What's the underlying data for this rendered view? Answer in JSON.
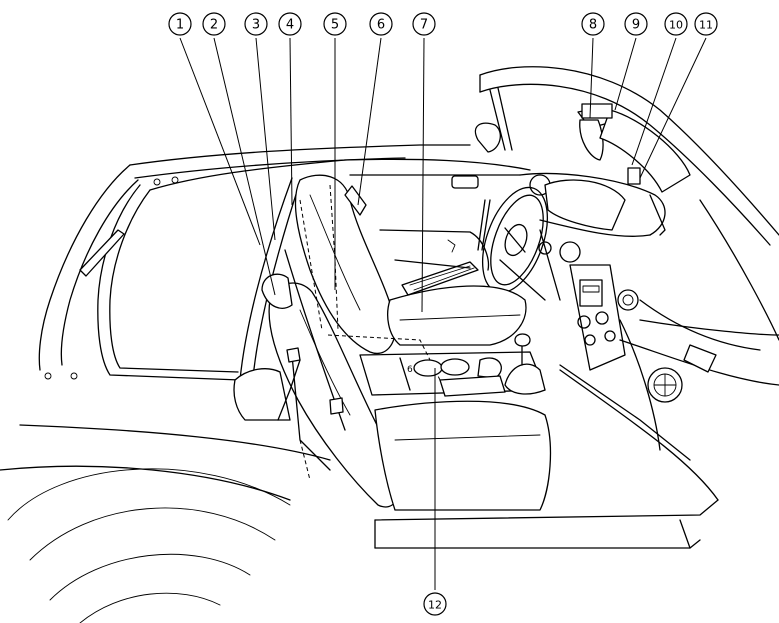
{
  "callouts": [
    {
      "id": "c1",
      "label": "1"
    },
    {
      "id": "c2",
      "label": "2"
    },
    {
      "id": "c3",
      "label": "3"
    },
    {
      "id": "c4",
      "label": "4"
    },
    {
      "id": "c5",
      "label": "5"
    },
    {
      "id": "c6",
      "label": "6"
    },
    {
      "id": "c7",
      "label": "7"
    },
    {
      "id": "c8",
      "label": "8"
    },
    {
      "id": "c9",
      "label": "9"
    },
    {
      "id": "c10",
      "label": "10"
    },
    {
      "id": "c11",
      "label": "11"
    },
    {
      "id": "c12",
      "label": "12"
    }
  ],
  "shifter_label": "6"
}
